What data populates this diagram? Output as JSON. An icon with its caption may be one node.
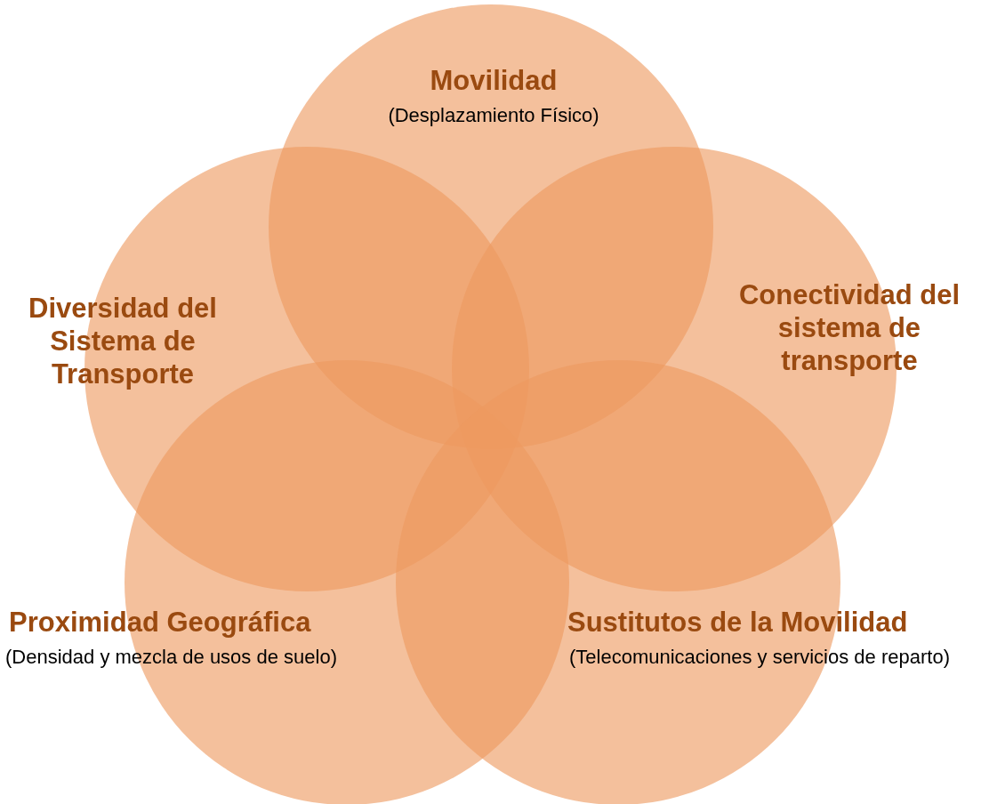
{
  "diagram": {
    "nodes": [
      {
        "text": [
          "Movilidad",
          "(Desplazamiento Físico)"
        ]
      },
      {
        "text": [
          "Diversidad del Sistema de Transporte"
        ]
      },
      {
        "text": [
          "Conectividad del sistema de transporte"
        ]
      },
      {
        "text": [
          "Proximidad Geográfica",
          "(Densidad y mezcla de usos de suelo)"
        ]
      },
      {
        "text": [
          "Sustitutos de la Movilidad",
          "(Telecomunicaciones y servicios de reparto)"
        ]
      }
    ],
    "edges": []
  }
}
